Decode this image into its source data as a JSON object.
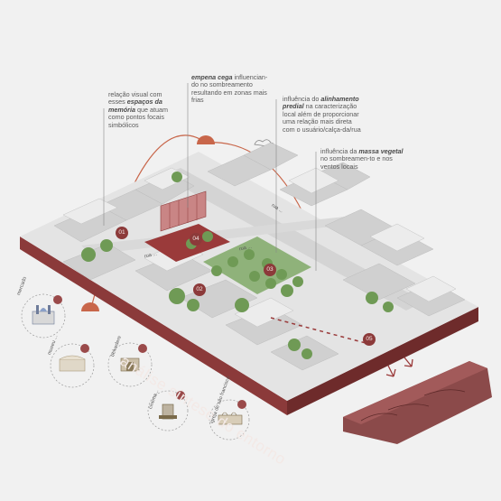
{
  "title": "análise síntese do entorno",
  "annotations": [
    {
      "id": "a1",
      "pre": "relação visual com esses ",
      "bold": "espaços da memória",
      "post": " que atuam como pontos focais simbólicos"
    },
    {
      "id": "a2",
      "pre": "",
      "bold": "empena cega",
      "post": " influencian-do no sombreamento resultando em zonas mais frias"
    },
    {
      "id": "a3",
      "pre": "influência do ",
      "bold": "alinhamento predial",
      "post": " na caracterização local além de proporcionar uma relação mais direta com o usuário/calça-da/rua"
    },
    {
      "id": "a4",
      "pre": "influência da ",
      "bold": "massa vegetal",
      "post": " no sombreamen-to e nos ventos locais"
    }
  ],
  "markers": [
    "01",
    "02",
    "03",
    "04",
    "05"
  ],
  "streets": [
    "rua ...",
    "rua ...",
    "rua ..."
  ],
  "landmarks": [
    {
      "num": "01",
      "label": "mercado"
    },
    {
      "num": "02",
      "label": "museu ..."
    },
    {
      "num": "03",
      "label": "belvedere"
    },
    {
      "num": "05",
      "label": "cinema..."
    },
    {
      "num": "04",
      "label": "igreja de são francisco"
    }
  ],
  "colors": {
    "accent": "#8c3a3a",
    "sun": "#c8664a",
    "green": "#6f9a55",
    "base": "#f1f1f1"
  }
}
